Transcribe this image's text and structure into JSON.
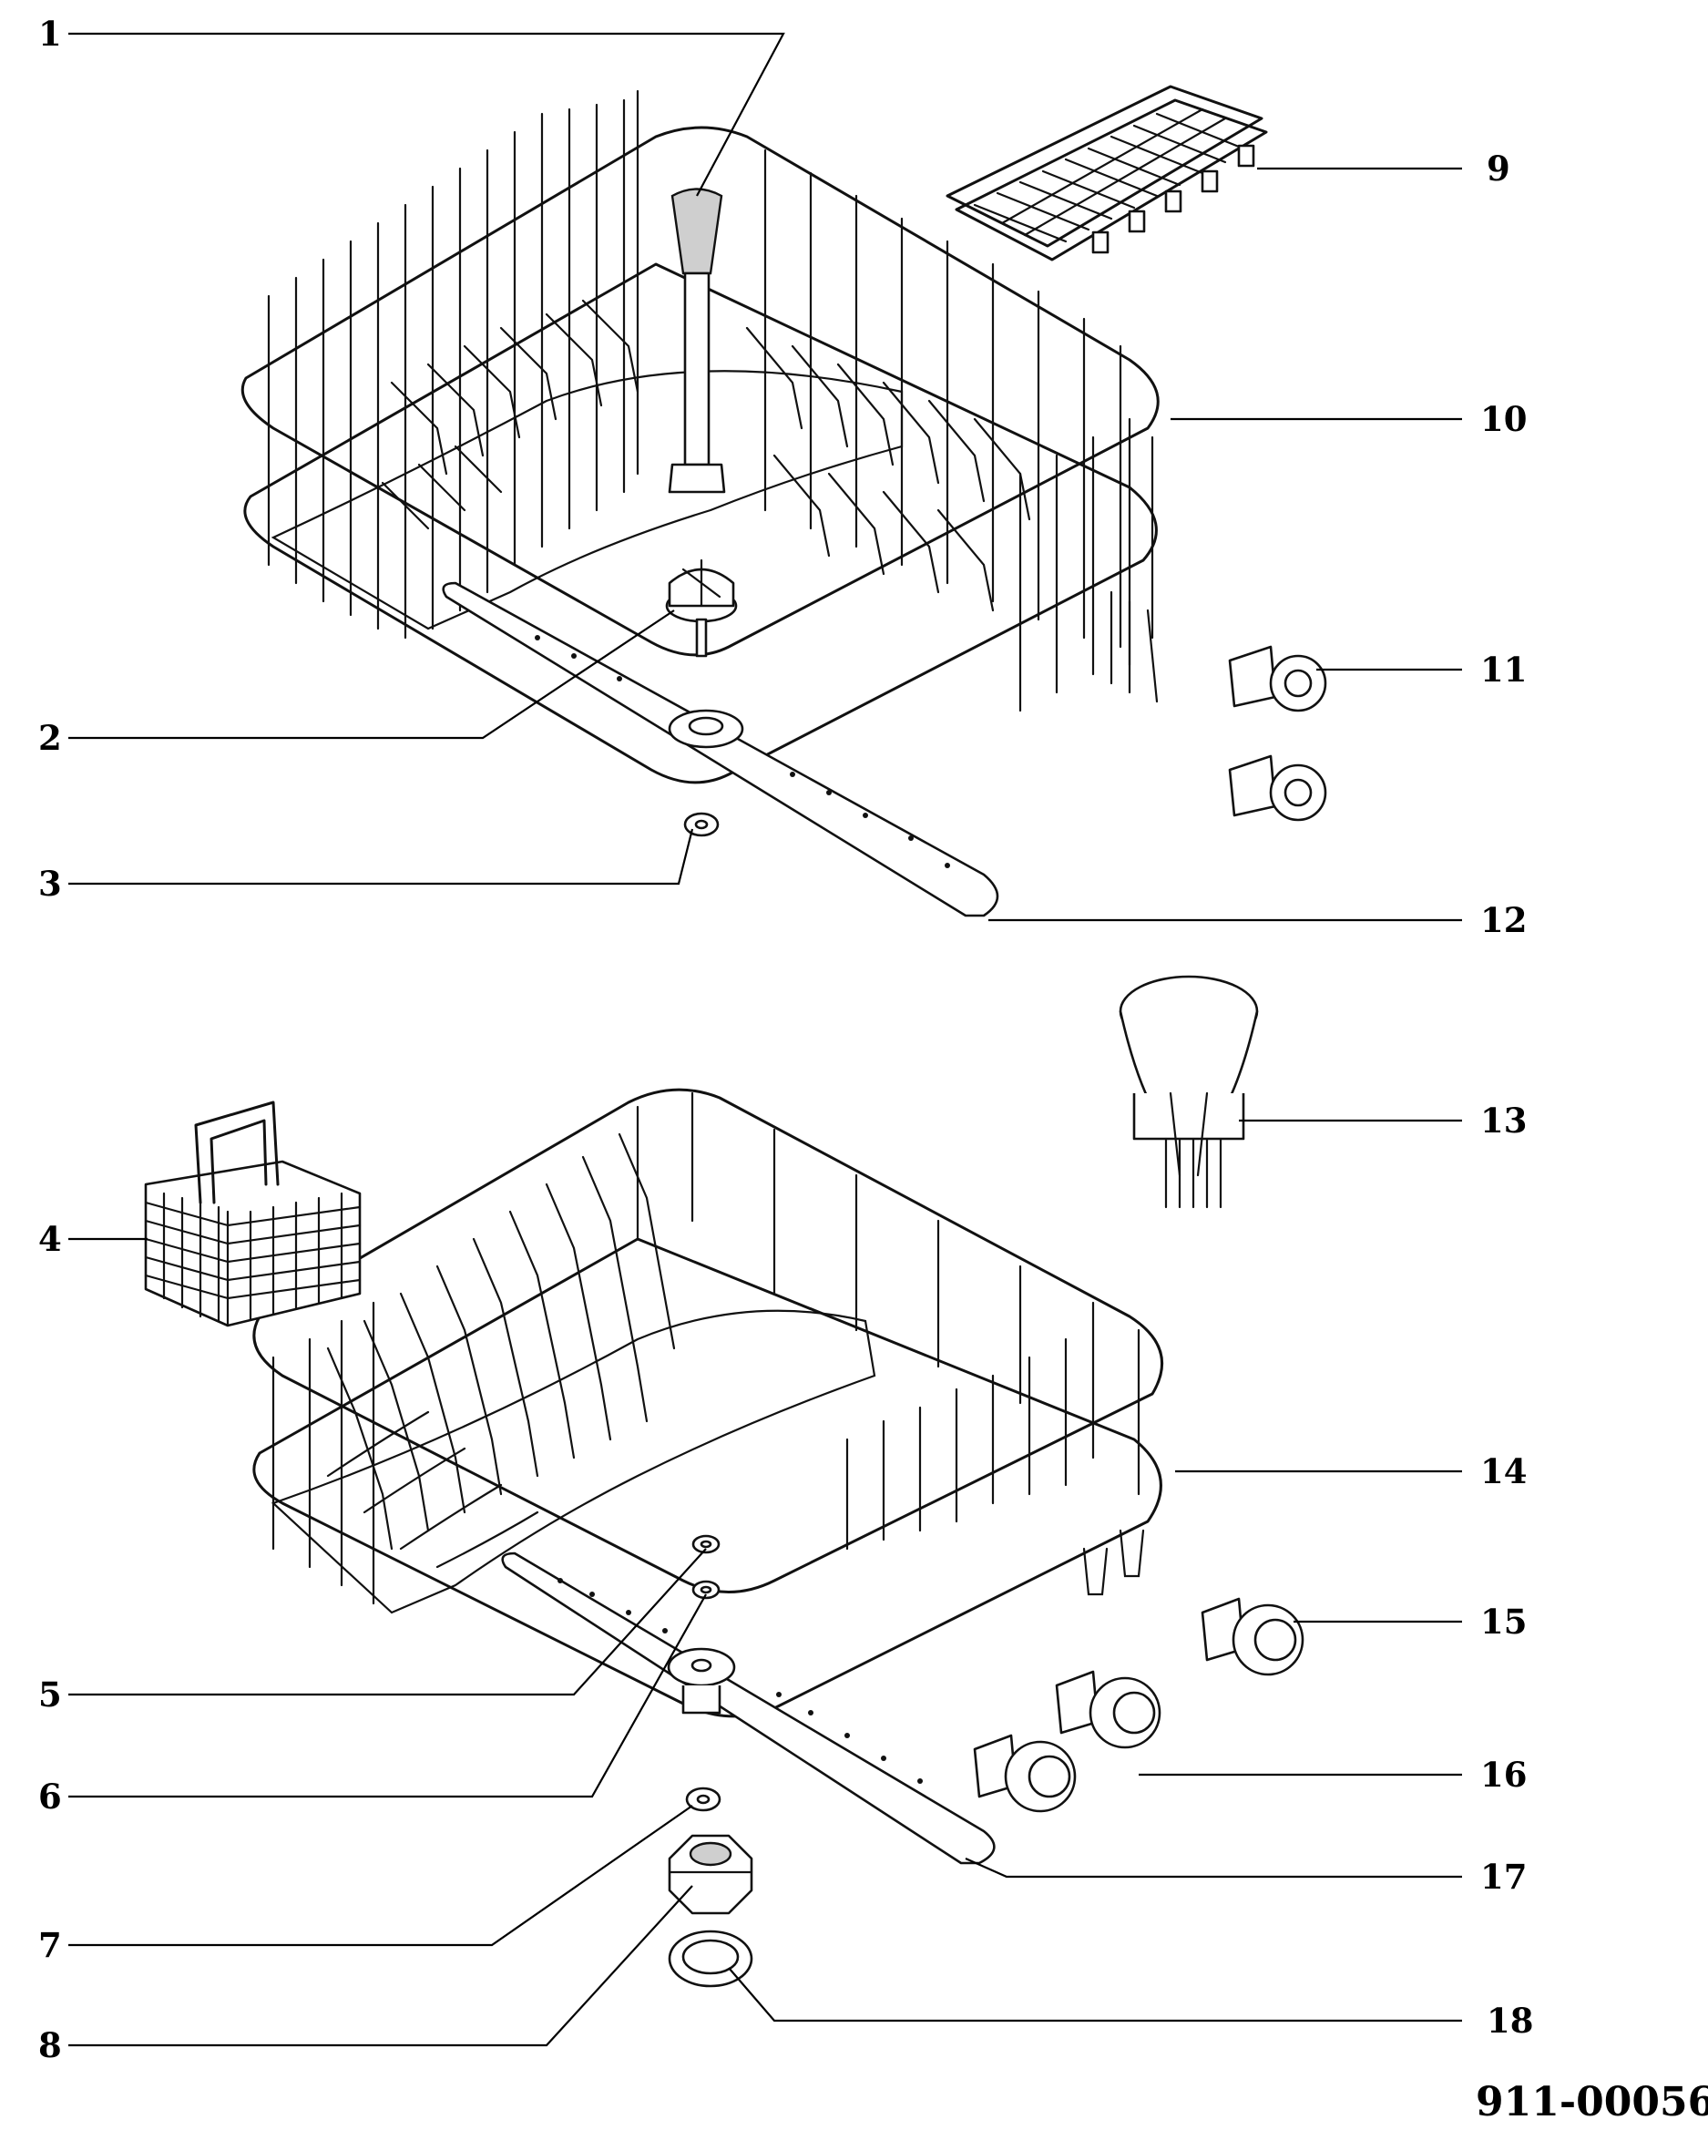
{
  "callouts": {
    "c1": "1",
    "c2": "2",
    "c3": "3",
    "c4": "4",
    "c5": "5",
    "c6": "6",
    "c7": "7",
    "c8": "8",
    "c9": "9",
    "c10": "10",
    "c11": "11",
    "c12": "12",
    "c13": "13",
    "c14": "14",
    "c15": "15",
    "c16": "16",
    "c17": "17",
    "c18": "18"
  },
  "document_id": "911-00056"
}
